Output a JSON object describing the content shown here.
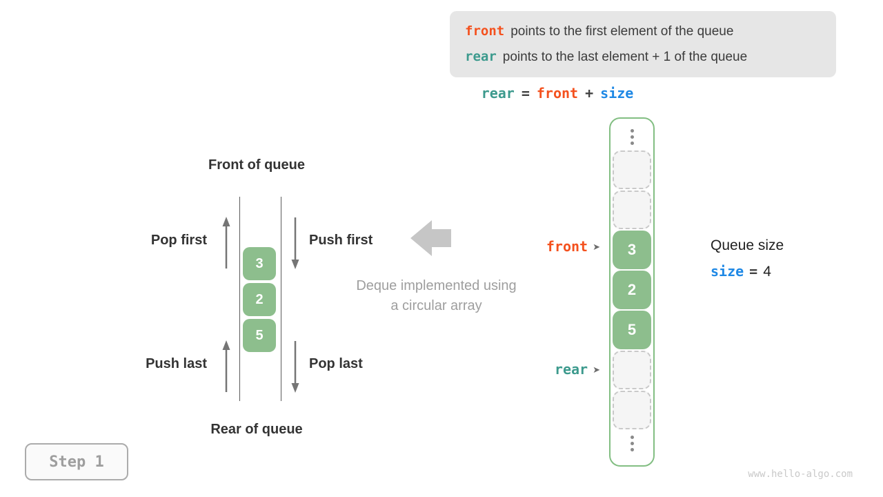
{
  "colors": {
    "accent_orange": "#f4511e",
    "accent_teal": "#3c9a8d",
    "accent_blue": "#1e88e5",
    "green_fill": "#8dbe8d",
    "green_border": "#82be82",
    "legend_bg": "#e6e6e6",
    "muted_gray": "#9e9e9e"
  },
  "legend": {
    "line1_keyword": "front",
    "line1_text": "points to the first element of the queue",
    "line2_keyword": "rear",
    "line2_text": "points to the last element + 1 of the queue"
  },
  "equation": {
    "lhs": "rear",
    "equals": "=",
    "op1": "front",
    "plus": "+",
    "op2": "size"
  },
  "left_diagram": {
    "top_label": "Front of queue",
    "bottom_label": "Rear of queue",
    "pop_first": "Pop first",
    "push_first": "Push first",
    "push_last": "Push last",
    "pop_last": "Pop last",
    "boxes": [
      "3",
      "2",
      "5"
    ]
  },
  "center_caption": {
    "line1": "Deque implemented using",
    "line2": "a circular array"
  },
  "array": {
    "front_label": "front",
    "rear_label": "rear",
    "pointer_glyph": "➤",
    "cells": [
      {
        "kind": "ellipsis"
      },
      {
        "kind": "empty"
      },
      {
        "kind": "empty"
      },
      {
        "kind": "value",
        "value": "3"
      },
      {
        "kind": "value",
        "value": "2"
      },
      {
        "kind": "value",
        "value": "5"
      },
      {
        "kind": "empty"
      },
      {
        "kind": "empty"
      },
      {
        "kind": "ellipsis"
      }
    ]
  },
  "queue_size": {
    "title": "Queue size",
    "keyword": "size",
    "operator": "=",
    "value": "4"
  },
  "step_badge": "Step 1",
  "watermark": "www.hello-algo.com"
}
